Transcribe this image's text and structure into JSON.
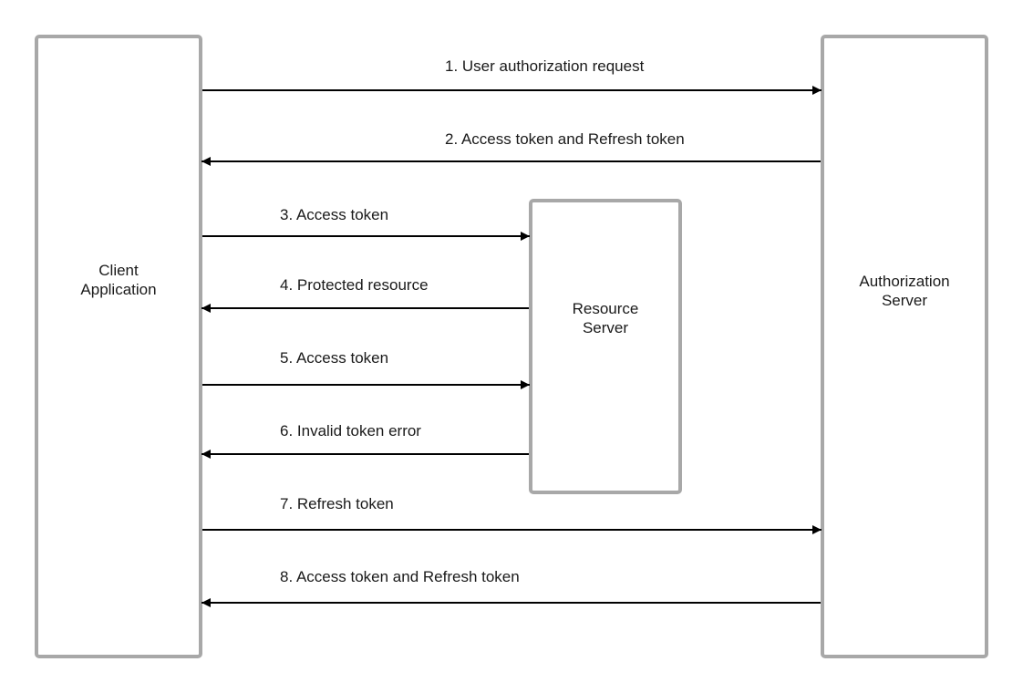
{
  "nodes": {
    "client": {
      "line1": "Client",
      "line2": "Application"
    },
    "resource": {
      "line1": "Resource",
      "line2": "Server"
    },
    "auth": {
      "line1": "Authorization",
      "line2": "Server"
    }
  },
  "steps": [
    {
      "label": "1. User authorization request",
      "from": "client",
      "to": "auth"
    },
    {
      "label": "2. Access token and Refresh token",
      "from": "auth",
      "to": "client"
    },
    {
      "label": "3. Access token",
      "from": "client",
      "to": "resource"
    },
    {
      "label": "4. Protected resource",
      "from": "resource",
      "to": "client"
    },
    {
      "label": "5. Access token",
      "from": "client",
      "to": "resource"
    },
    {
      "label": "6. Invalid token error",
      "from": "resource",
      "to": "client"
    },
    {
      "label": "7. Refresh token",
      "from": "client",
      "to": "auth"
    },
    {
      "label": "8. Access token and Refresh token",
      "from": "auth",
      "to": "client"
    }
  ],
  "colors": {
    "box_border": "#a8a8a8",
    "arrow": "#000000",
    "text": "#1a1a1a"
  }
}
